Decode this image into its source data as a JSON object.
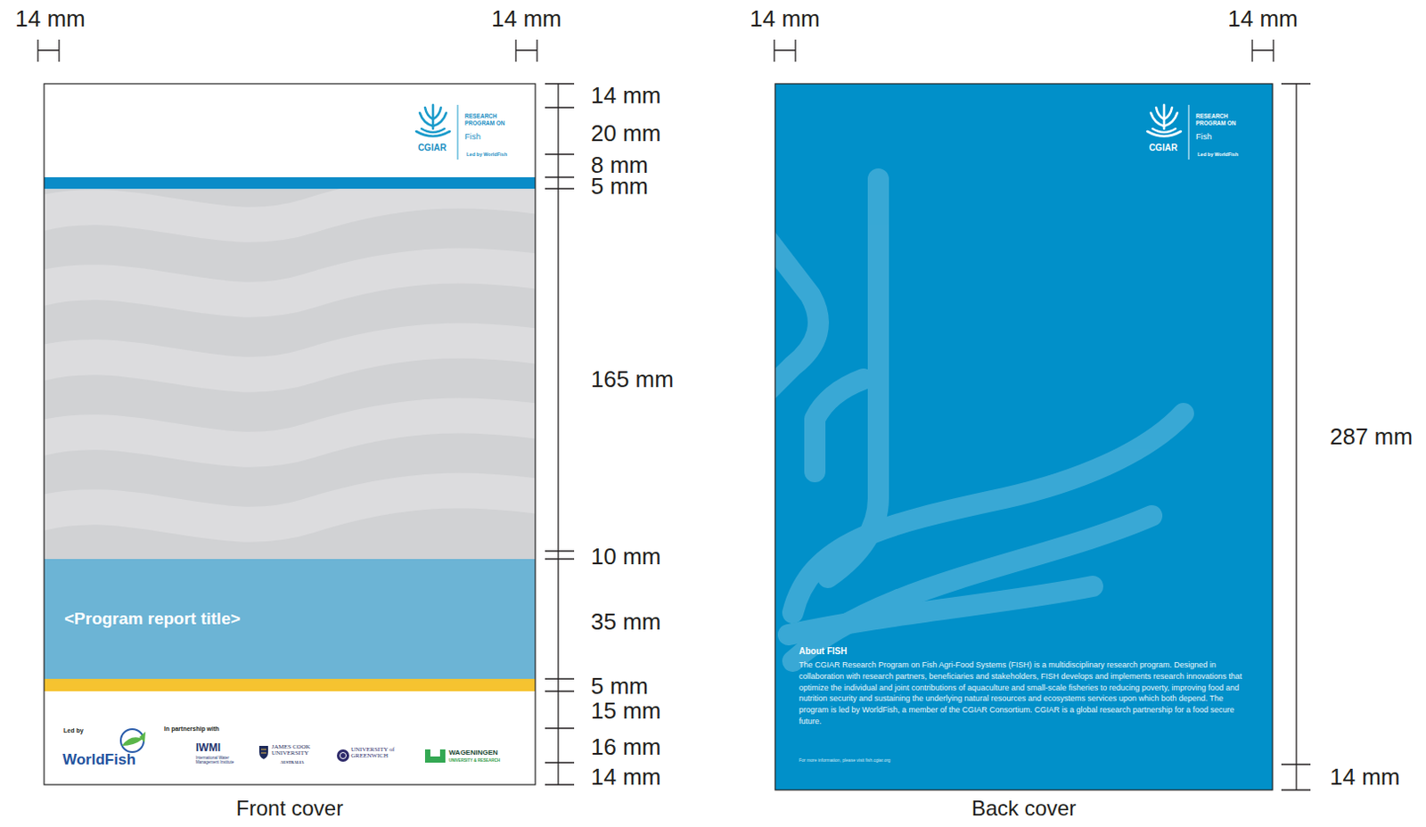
{
  "diagram": {
    "nodes": [
      {
        "text": [
          "Front cover"
        ]
      },
      {
        "text": [
          "CGIAR",
          "RESEARCH PROGRAM ON",
          "Fish",
          "Led by WorldFish"
        ],
        "in": 0
      },
      {
        "text": [
          "<Program report title>"
        ],
        "in": 0
      },
      {
        "text": [
          "Led by",
          "WorldFish",
          "In partnership with",
          "IWMI",
          "International Water Management Institute",
          "JAMES COOK UNIVERSITY",
          "AUSTRALIA",
          "UNIVERSITY of GREENWICH",
          "WAGENINGEN",
          "UNIVERSITY & RESEARCH"
        ],
        "in": 0
      },
      {
        "text": [
          "Back cover"
        ]
      },
      {
        "text": [
          "CGIAR",
          "RESEARCH PROGRAM ON",
          "Fish",
          "Led by WorldFish"
        ],
        "in": 4
      },
      {
        "text": [
          "About FISH",
          "The CGIAR Research Program on Fish Agri-Food Systems (FISH) is a multidisciplinary research program. Designed in collaboration with research partners, beneficiaries and stakeholders, FISH develops and implements research innovations that optimize the individual and joint contributions of aquaculture and small-scale fisheries to reducing poverty, improving food and nutrition security and sustaining the underlying natural resources and ecosystems services upon which both depend. The program is led by WorldFish, a member of the CGIAR Consortium. CGIAR is a global research partnership for a food secure future.",
          "For more information, please visit fish.cgiar.org"
        ],
        "in": 4
      }
    ],
    "labels": [
      "14 mm",
      "14 mm",
      "14 mm",
      "14 mm",
      "14 mm",
      "20 mm",
      "8 mm",
      "5 mm",
      "165 mm",
      "10 mm",
      "35 mm",
      "5 mm",
      "15 mm",
      "16 mm",
      "14 mm",
      "287 mm",
      "14 mm"
    ]
  }
}
